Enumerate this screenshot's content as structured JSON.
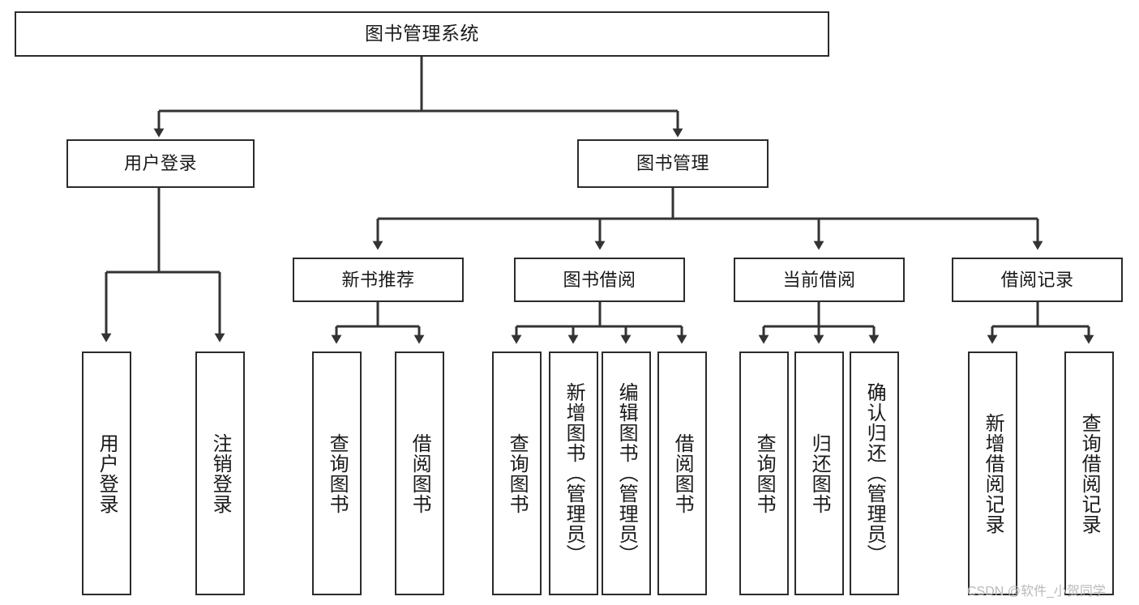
{
  "diagram": {
    "type": "tree-hierarchy",
    "title": "图书管理系统",
    "colors": {
      "box_border": "#2b2b2b",
      "box_fill": "#ffffff",
      "connector": "#333333",
      "background": "#ffffff",
      "watermark": "#b9b9b9"
    },
    "levels": [
      {
        "level": 1,
        "nodes": [
          {
            "id": "root",
            "label": "图书管理系统",
            "orientation": "horizontal"
          }
        ]
      },
      {
        "level": 2,
        "nodes": [
          {
            "id": "login",
            "label": "用户登录",
            "orientation": "horizontal",
            "parent": "root"
          },
          {
            "id": "bookmgmt",
            "label": "图书管理",
            "orientation": "horizontal",
            "parent": "root"
          }
        ]
      },
      {
        "level": 3,
        "nodes": [
          {
            "id": "newbook",
            "label": "新书推荐",
            "orientation": "horizontal",
            "parent": "bookmgmt"
          },
          {
            "id": "borrow",
            "label": "图书借阅",
            "orientation": "horizontal",
            "parent": "bookmgmt"
          },
          {
            "id": "current",
            "label": "当前借阅",
            "orientation": "horizontal",
            "parent": "bookmgmt"
          },
          {
            "id": "records",
            "label": "借阅记录",
            "orientation": "horizontal",
            "parent": "bookmgmt"
          }
        ]
      },
      {
        "level": 4,
        "nodes": [
          {
            "id": "leaf-user-login",
            "label": "用户登录",
            "orientation": "vertical",
            "parent": "login"
          },
          {
            "id": "leaf-user-logout",
            "label": "注销登录",
            "orientation": "vertical",
            "parent": "login"
          },
          {
            "id": "leaf-nb-query",
            "label": "查询图书",
            "orientation": "vertical",
            "parent": "newbook"
          },
          {
            "id": "leaf-nb-borrow",
            "label": "借阅图书",
            "orientation": "vertical",
            "parent": "newbook"
          },
          {
            "id": "leaf-br-query",
            "label": "查询图书",
            "orientation": "vertical",
            "parent": "borrow"
          },
          {
            "id": "leaf-br-add",
            "label": "新增图书（管理员）",
            "orientation": "vertical",
            "parent": "borrow"
          },
          {
            "id": "leaf-br-edit",
            "label": "编辑图书（管理员）",
            "orientation": "vertical",
            "parent": "borrow"
          },
          {
            "id": "leaf-br-borrow",
            "label": "借阅图书",
            "orientation": "vertical",
            "parent": "borrow"
          },
          {
            "id": "leaf-cu-query",
            "label": "查询图书",
            "orientation": "vertical",
            "parent": "current"
          },
          {
            "id": "leaf-cu-return",
            "label": "归还图书",
            "orientation": "vertical",
            "parent": "current"
          },
          {
            "id": "leaf-cu-confirm",
            "label": "确认归还（管理员）",
            "orientation": "vertical",
            "parent": "current"
          },
          {
            "id": "leaf-rc-add",
            "label": "新增借阅记录",
            "orientation": "vertical",
            "parent": "records"
          },
          {
            "id": "leaf-rc-query",
            "label": "查询借阅记录",
            "orientation": "vertical",
            "parent": "records"
          }
        ]
      }
    ]
  },
  "watermark": {
    "text": "CSDN @软件_小贺同学"
  }
}
